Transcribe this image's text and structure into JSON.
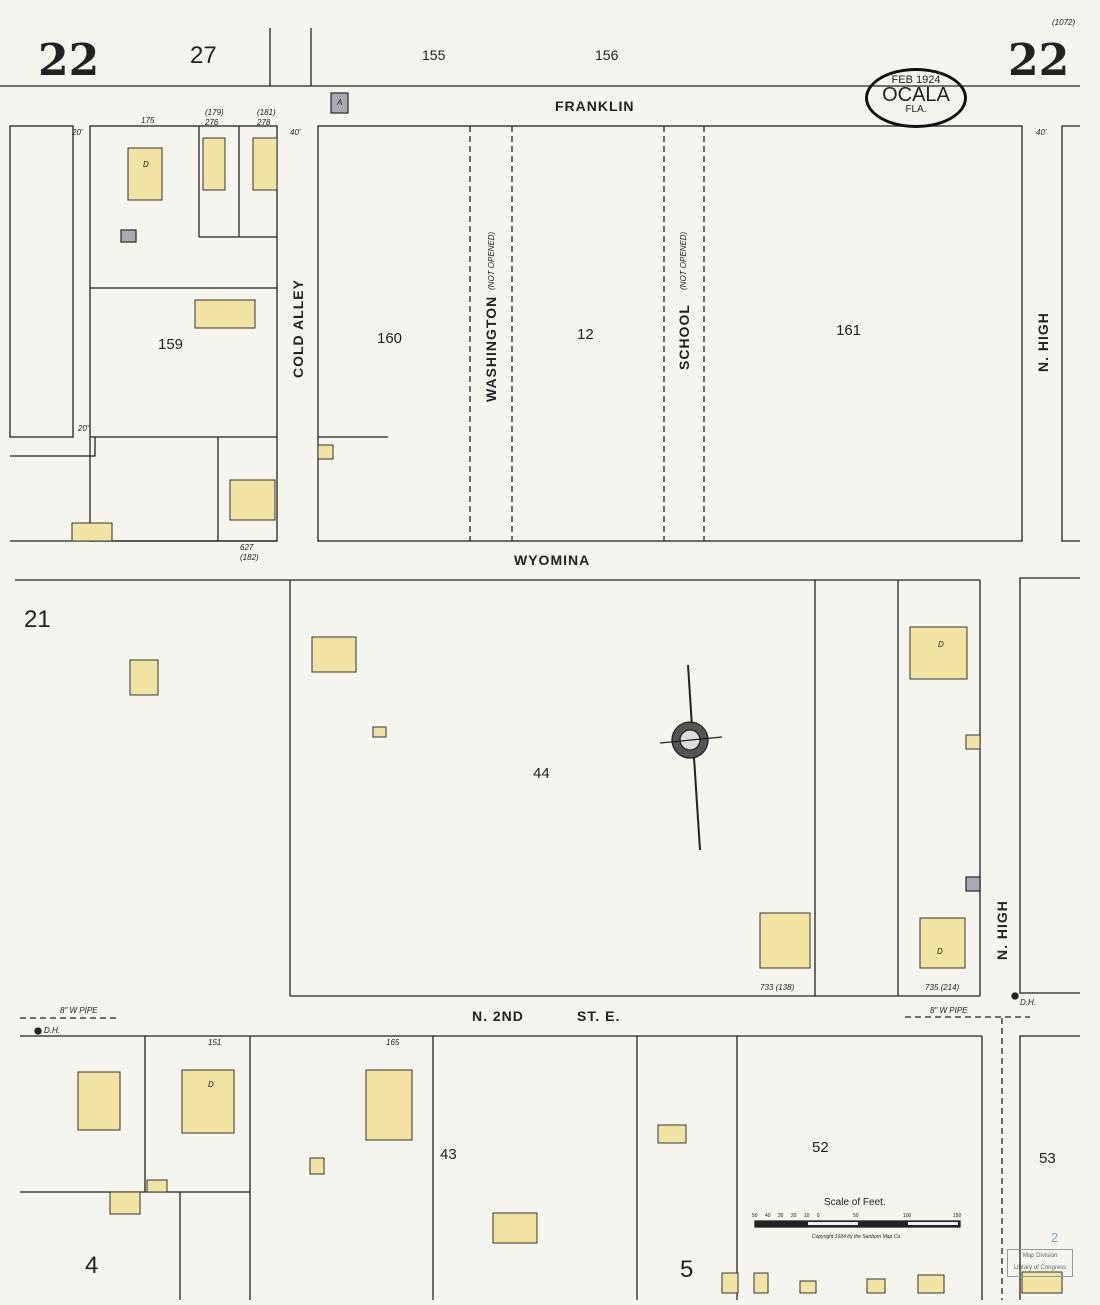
{
  "sheet": {
    "number": "22",
    "number_right": "22",
    "ref": "(1072)",
    "adjoining_top": [
      "27",
      "155",
      "156"
    ],
    "adjoining_left": "21",
    "adjoining_bottom": [
      "4",
      "5"
    ]
  },
  "seal": {
    "date": "FEB 1924",
    "city": "OCALA",
    "state": "FLA."
  },
  "streets": {
    "franklin": "FRANKLIN",
    "wyomina": "WYOMINA",
    "n2nd": "N. 2ND",
    "n2nd_suffix": "ST. E.",
    "cold_alley": "COLD ALLEY",
    "washington": "WASHINGTON",
    "school": "SCHOOL",
    "not_opened": "(NOT OPENED)",
    "n_high_top": "N. HIGH",
    "n_high_bottom": "N. HIGH"
  },
  "blocks": {
    "b159": "159",
    "b160": "160",
    "b12": "12",
    "b161": "161",
    "b44": "44",
    "b43": "43",
    "b52": "52",
    "b53": "53"
  },
  "addresses": {
    "a175": "175",
    "a276": "(179) 276",
    "a278": "(181) 278",
    "a627": "627 (182)",
    "a733": "733 (138)",
    "a735": "735 (214)",
    "a151": "151",
    "a165": "165",
    "w40": "40'",
    "w20": "20'"
  },
  "utilities": {
    "pipe": "8\" W PIPE",
    "hydrant": "D.H."
  },
  "building_labels": {
    "dwelling": "D",
    "auto": "A"
  },
  "scale": {
    "title": "Scale of Feet.",
    "ticks": [
      "50",
      "40",
      "30",
      "20",
      "10",
      "0",
      "50",
      "100",
      "150"
    ],
    "copyright": "Copyright 1924 by the Sanborn Map Co"
  },
  "stamp": {
    "line1": "Map Division",
    "line2": "Library of Congress",
    "sheet_mark": "2"
  },
  "colors": {
    "dwelling_fill": "#f1e4a2",
    "outline": "#222222",
    "paper": "#f5f4ee",
    "auto_fill": "#a9a9b3"
  }
}
